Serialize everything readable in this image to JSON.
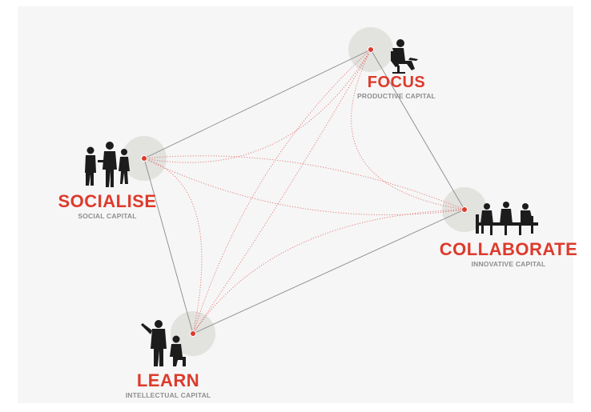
{
  "colors": {
    "accent": "#dd3a2c",
    "edge": "#8a8a8a",
    "dotted": "#e25a5a",
    "halo": "#e2e2df",
    "silhouette": "#1c1c1c",
    "subtitle": "#8e8e8e",
    "background": "#f6f6f6"
  },
  "nodes": {
    "focus": {
      "title": "FOCUS",
      "subtitle": "PRODUCTIVE CAPITAL",
      "icon": "person-in-chair-icon"
    },
    "socialise": {
      "title": "SOCIALISE",
      "subtitle": "SOCIAL CAPITAL",
      "icon": "people-standing-icon"
    },
    "collaborate": {
      "title": "COLLABORATE",
      "subtitle": "INNOVATIVE CAPITAL",
      "icon": "people-at-table-icon"
    },
    "learn": {
      "title": "LEARN",
      "subtitle": "INTELLECTUAL CAPITAL",
      "icon": "people-pointing-icon"
    }
  }
}
